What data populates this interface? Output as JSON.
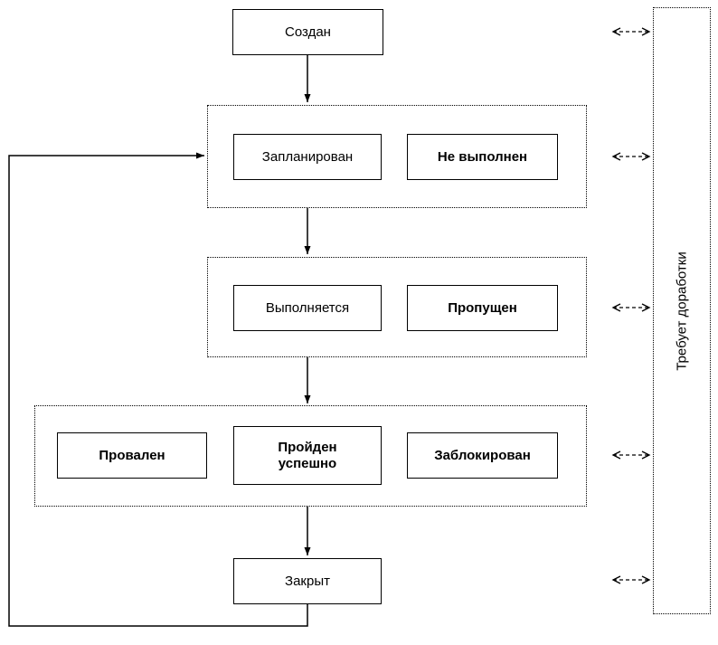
{
  "diagram": {
    "title": "test-status-state-diagram",
    "nodes": {
      "created": "Создан",
      "planned": "Запланирован",
      "not_executed": "Не выполнен",
      "in_progress": "Выполняется",
      "skipped": "Пропущен",
      "failed": "Провален",
      "passed": "Пройден успешно",
      "blocked": "Заблокирован",
      "closed": "Закрыт"
    },
    "side_panel": {
      "label": "Требует доработки"
    },
    "colors": {
      "line": "#000000",
      "background": "#ffffff"
    }
  }
}
